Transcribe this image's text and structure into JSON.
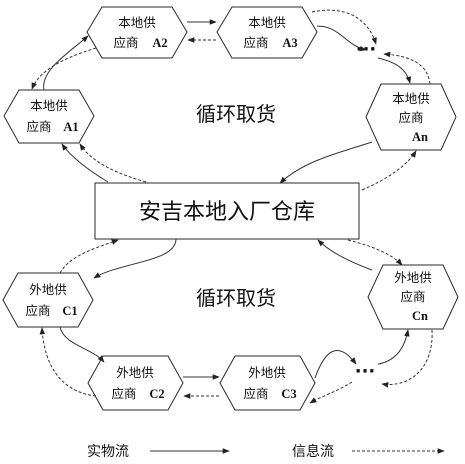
{
  "warehouse": "安吉本地入厂仓库",
  "loop_top": "循环取货",
  "loop_bottom": "循环取货",
  "ellipsis": "···",
  "local_suppliers": [
    {
      "line1": "本地供",
      "line2a": "应商",
      "line2b": "A2"
    },
    {
      "line1": "本地供",
      "line2a": "应商",
      "line2b": "A3"
    },
    {
      "line1": "本地供",
      "line2a": "应商",
      "line2b": "A1"
    },
    {
      "line1": "本地供",
      "line2a": "应商",
      "line3": "An"
    }
  ],
  "outside_suppliers": [
    {
      "line1": "外地供",
      "line2a": "应商",
      "line2b": "C1"
    },
    {
      "line1": "外地供",
      "line2a": "应商",
      "line3": "Cn"
    },
    {
      "line1": "外地供",
      "line2a": "应商",
      "line2b": "C2"
    },
    {
      "line1": "外地供",
      "line2a": "应商",
      "line2b": "C3"
    }
  ],
  "legend": {
    "material_flow": "实物流",
    "information_flow": "信息流"
  }
}
